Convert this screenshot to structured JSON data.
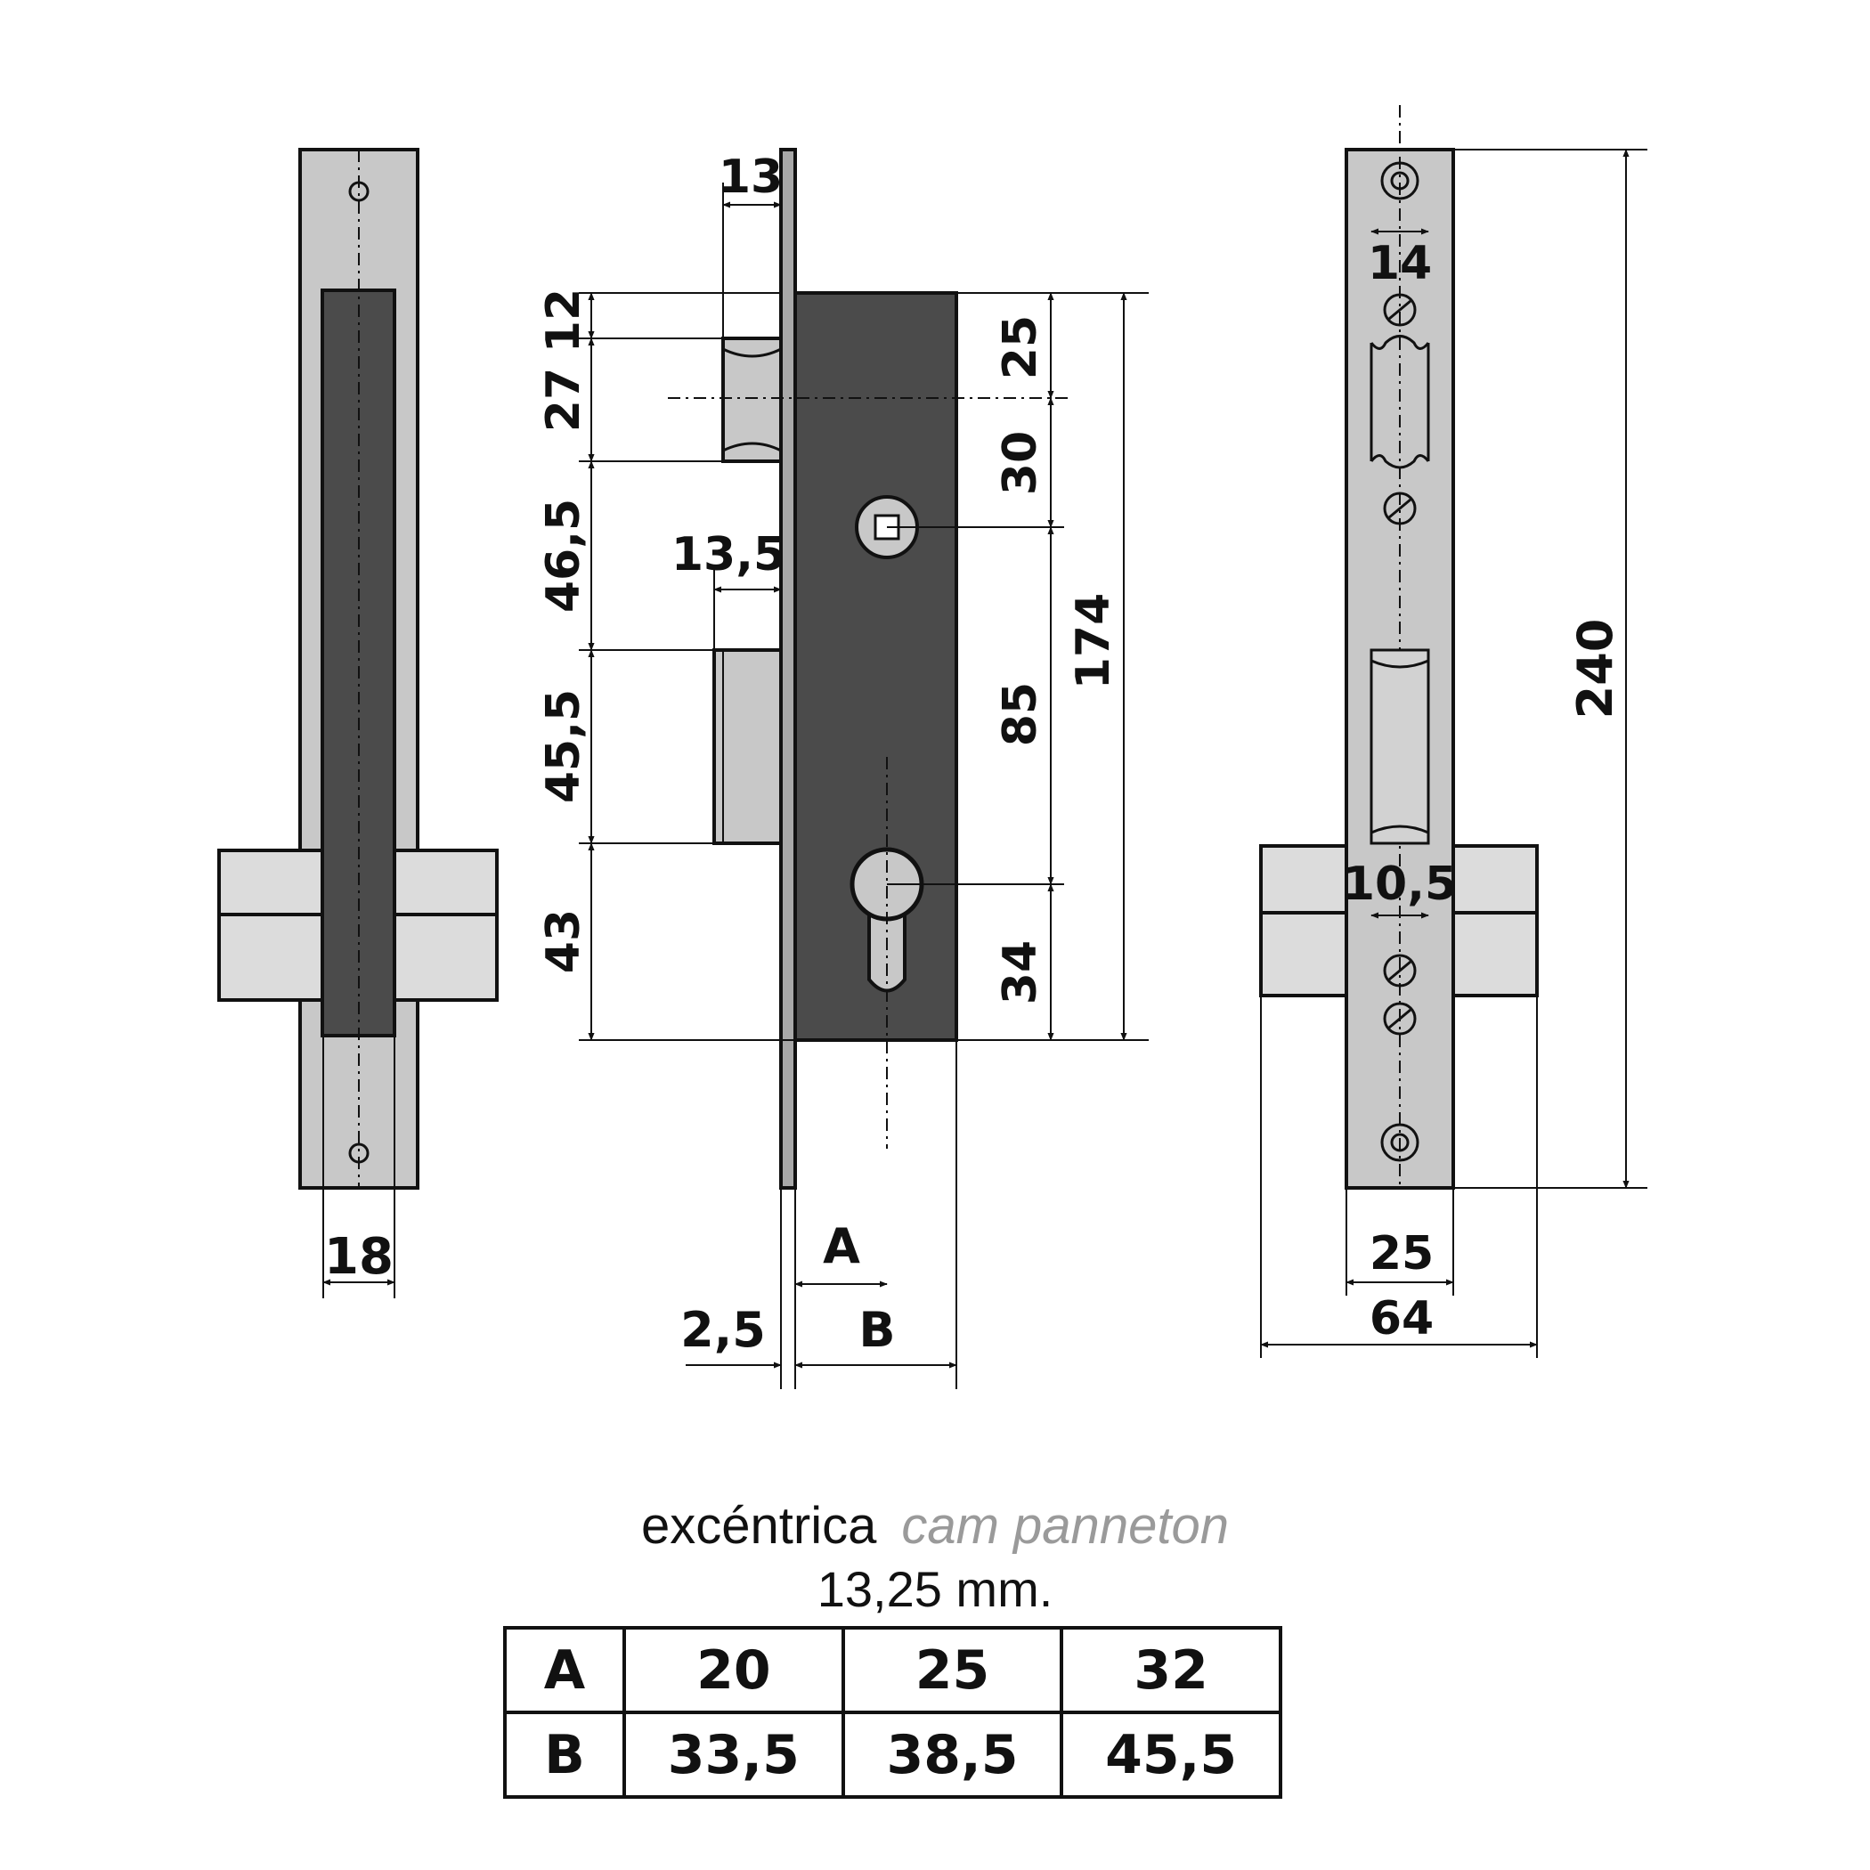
{
  "diagram": {
    "left_view": {
      "width_label": "18"
    },
    "front_view": {
      "left_dims": [
        "12",
        "27",
        "46,5",
        "45,5",
        "43"
      ],
      "top_dim": "13",
      "mid_dim": "13,5",
      "right_dims": [
        "25",
        "30",
        "85",
        "34"
      ],
      "total_height": "174",
      "backset_A": "A",
      "backset_B": "B",
      "faceplate_thickness": "2,5"
    },
    "right_view": {
      "upper_dim": "14",
      "lower_dim": "10,5",
      "faceplate_width": "25",
      "overall_width": "64",
      "total_height": "240"
    }
  },
  "legend": {
    "label_es": "excéntrica",
    "label_en": "cam panneton",
    "value": "13,25 mm."
  },
  "table": {
    "rows": [
      {
        "head": "A",
        "cells": [
          "20",
          "25",
          "32"
        ]
      },
      {
        "head": "B",
        "cells": [
          "33,5",
          "38,5",
          "45,5"
        ]
      }
    ]
  }
}
